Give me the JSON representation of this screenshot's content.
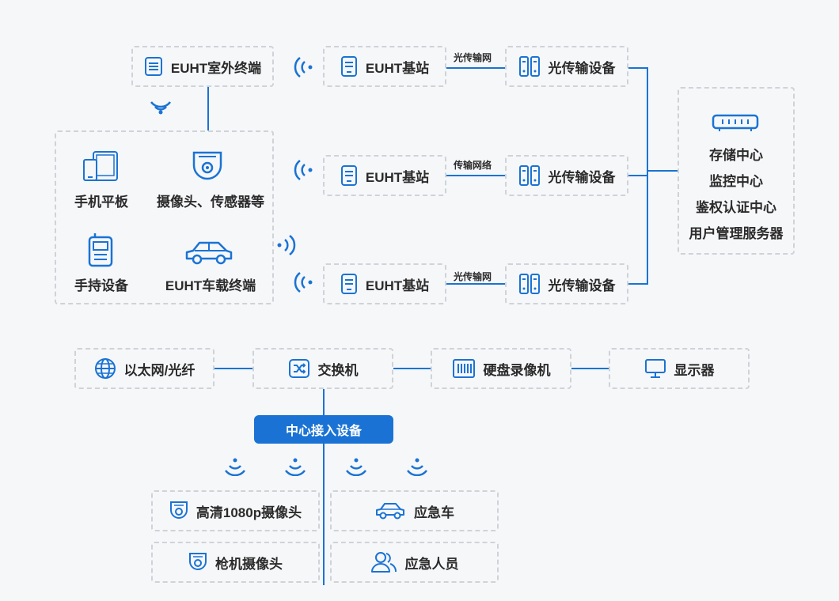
{
  "top": {
    "outdoor_terminal": "EUHT室外终端",
    "base_stations": [
      "EUHT基站",
      "EUHT基站",
      "EUHT基站"
    ],
    "optical_devices": [
      "光传输设备",
      "光传输设备",
      "光传输设备"
    ],
    "link_labels": [
      "光传输网",
      "传输网络",
      "光传输网"
    ],
    "terminals": {
      "phone_tablet": "手机平板",
      "camera_sensor": "摄像头、传感器等",
      "handheld": "手持设备",
      "vehicle_terminal": "EUHT车载终端"
    },
    "server_lines": [
      "存储中心",
      "监控中心",
      "鉴权认证中心",
      "用户管理服务器"
    ]
  },
  "bottom": {
    "ethernet": "以太网/光纤",
    "switch": "交换机",
    "nvr": "硬盘录像机",
    "display": "显示器",
    "center_device": "中心接入设备",
    "devices": {
      "hd_camera": "高清1080p摄像头",
      "emergency_vehicle": "应急车",
      "bullet_camera": "枪机摄像头",
      "emergency_staff": "应急人员"
    }
  },
  "colors": {
    "accent": "#1a73d4",
    "border": "#cfd3d8",
    "background": "#f6f7f9"
  }
}
